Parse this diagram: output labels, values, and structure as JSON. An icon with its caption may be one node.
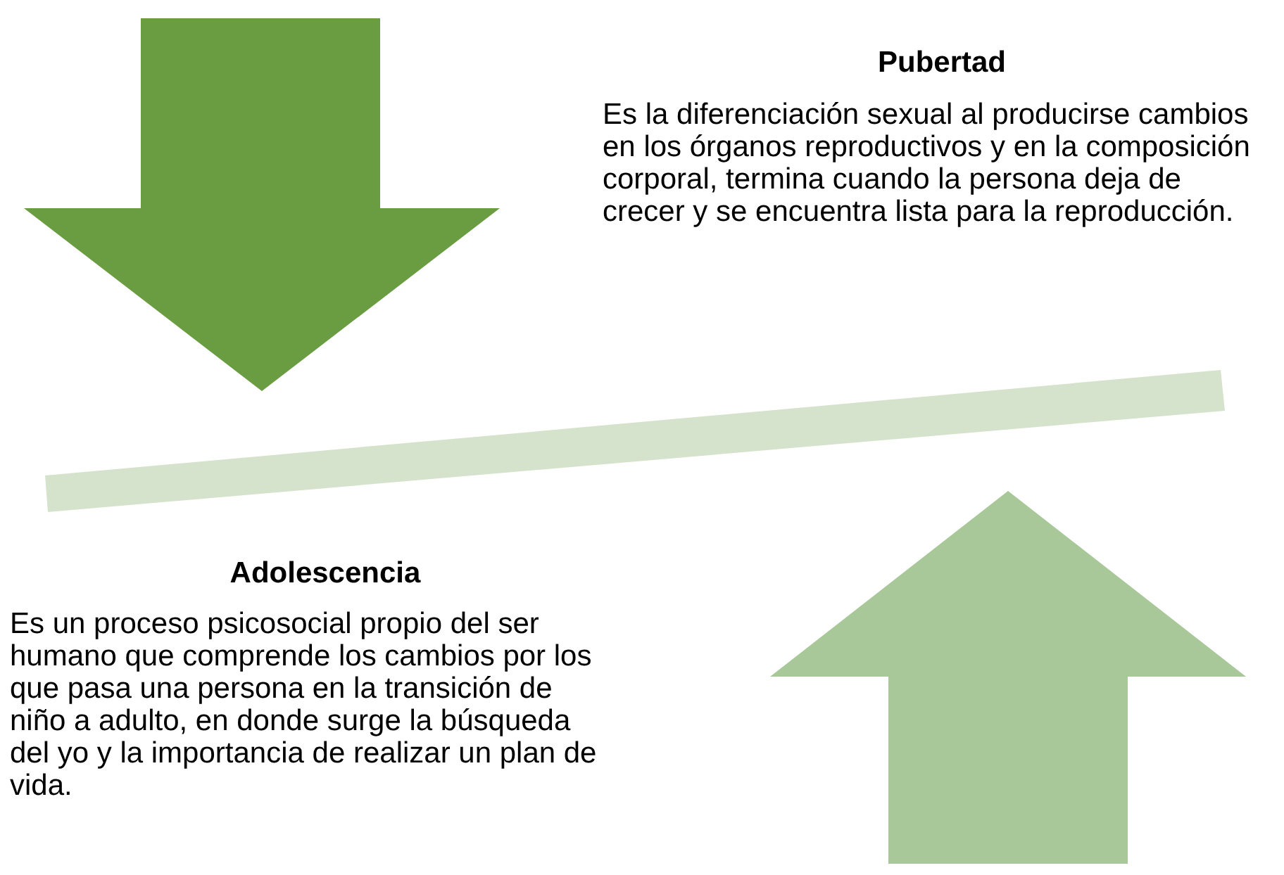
{
  "diagram": {
    "labels": [
      "Pubertad",
      "Es la diferenciación sexual al producirse cambios en los órganos reproductivos y en la composición corporal, termina cuando la persona deja de crecer y se encuentra lista para la reproducción.",
      "Adolescencia",
      "Es un proceso psicosocial propio del ser humano que comprende los cambios por los que pasa una persona en la transición de niño a adulto, en donde surge la búsqueda del yo y la importancia de realizar un plan de vida."
    ]
  }
}
